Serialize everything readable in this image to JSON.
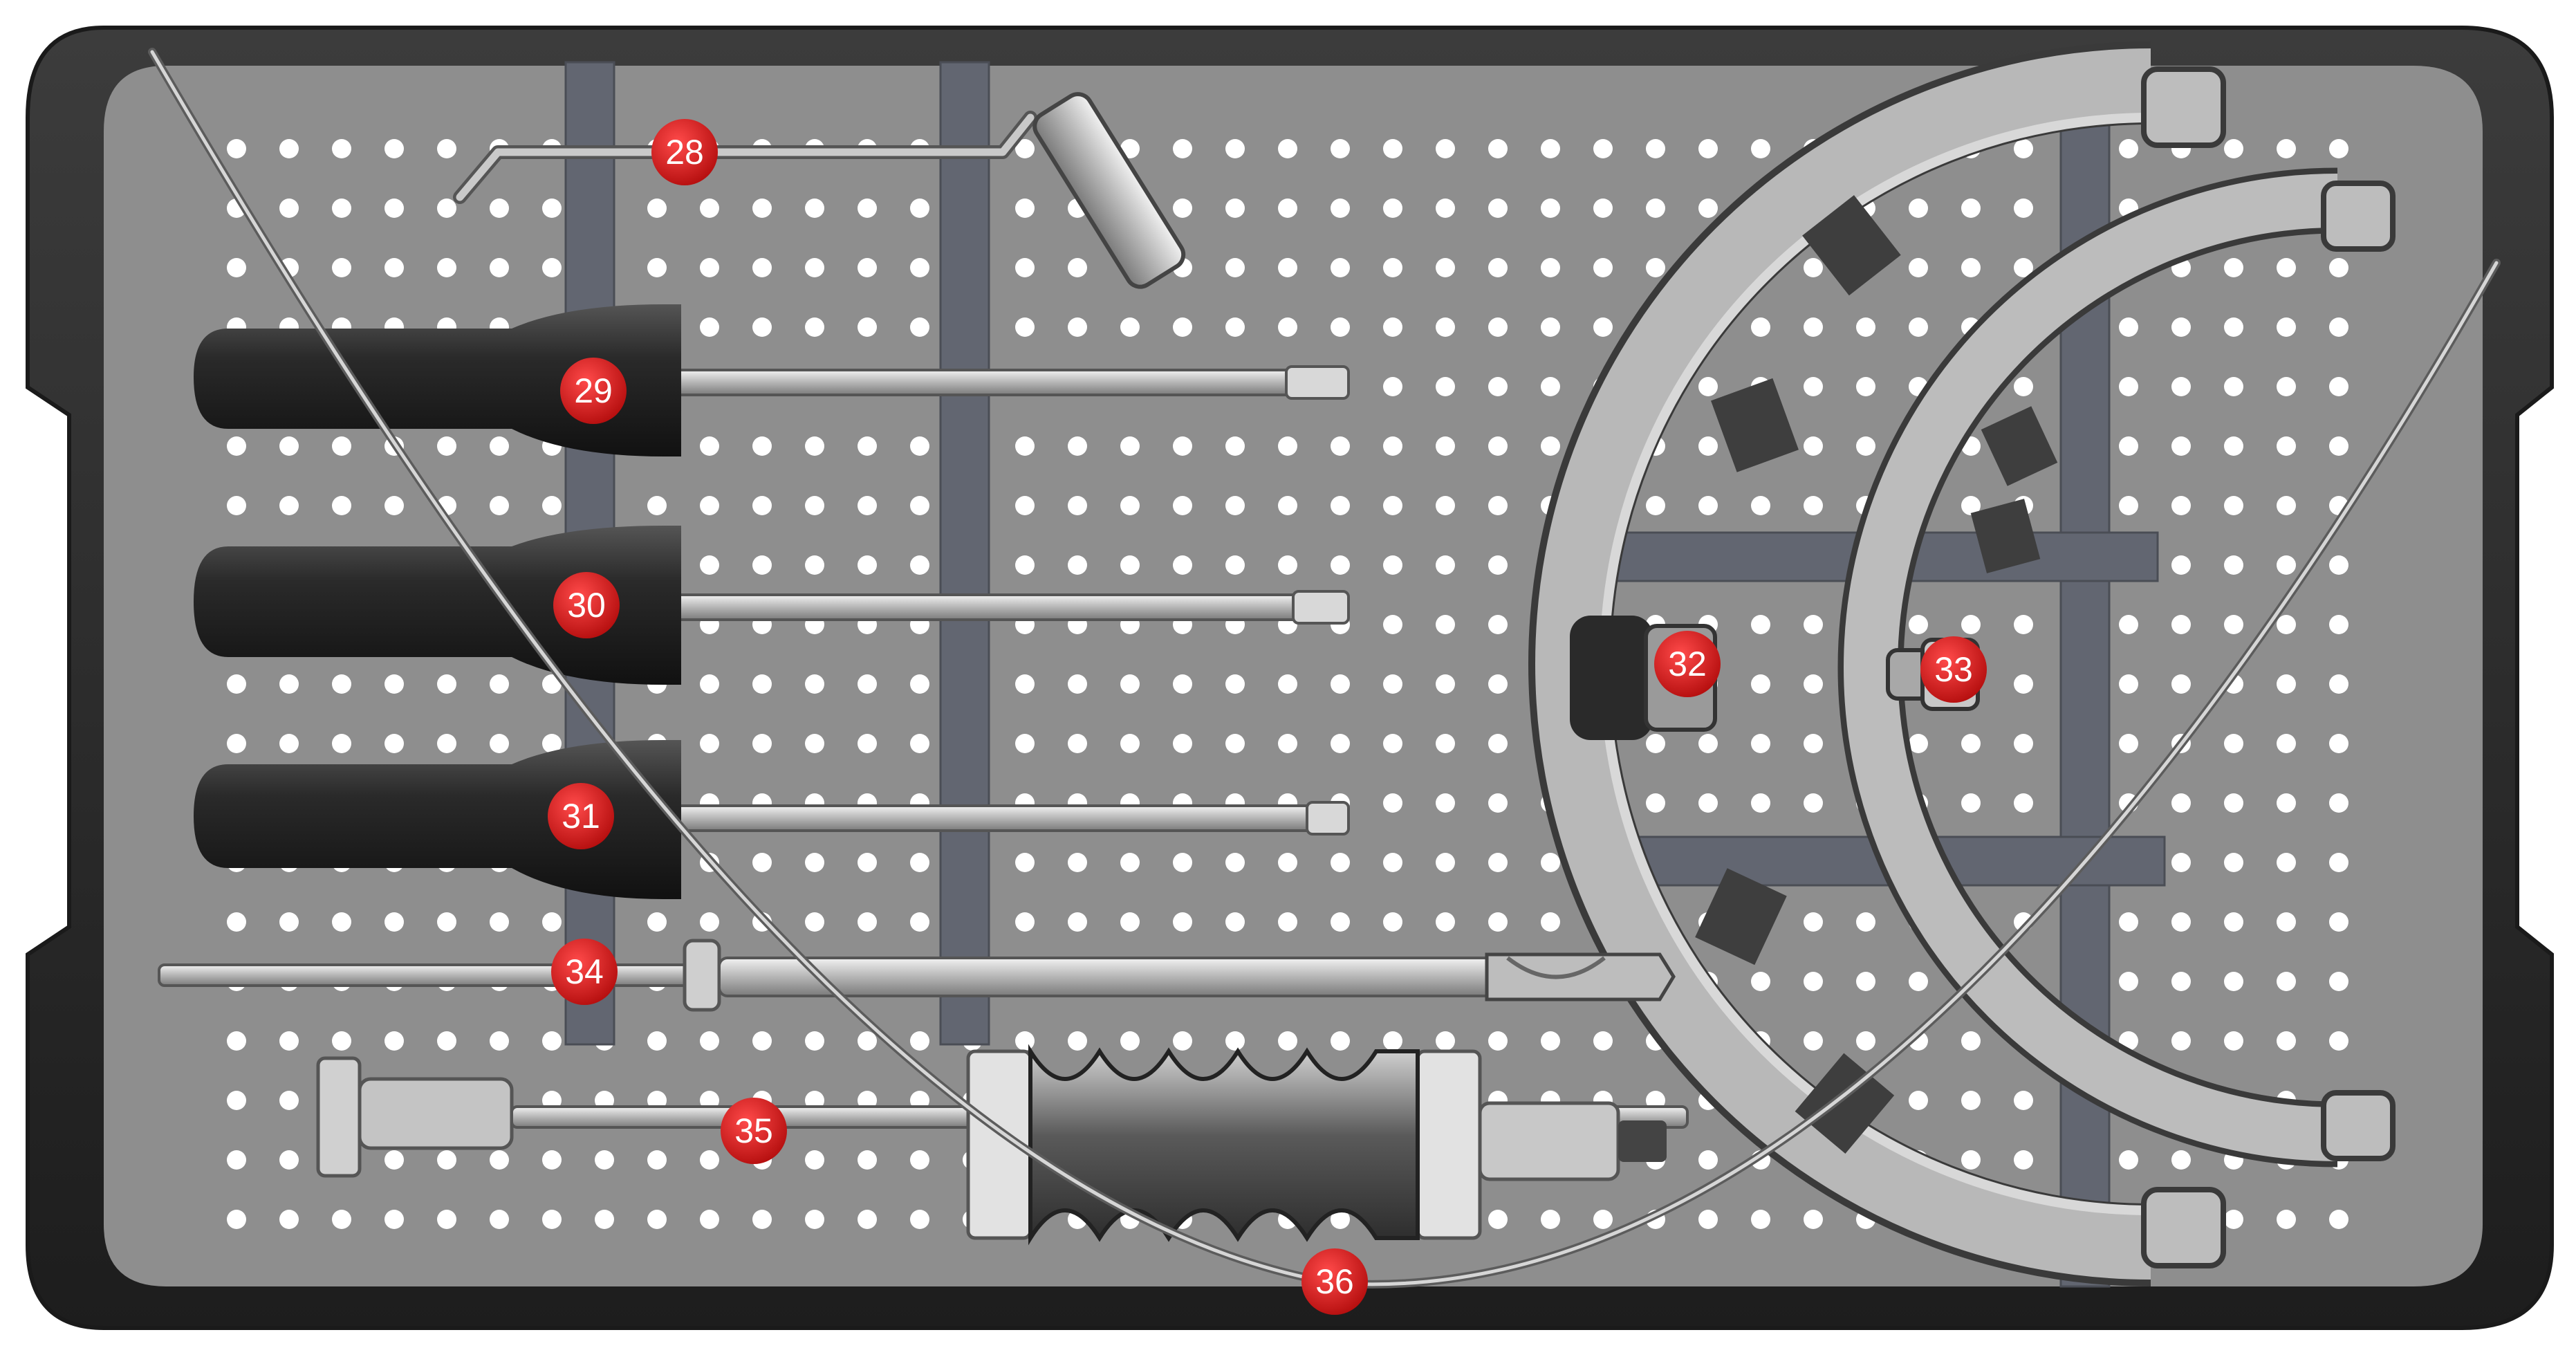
{
  "tray": {
    "callouts": [
      {
        "id": "28",
        "label": "28"
      },
      {
        "id": "29",
        "label": "29"
      },
      {
        "id": "30",
        "label": "30"
      },
      {
        "id": "31",
        "label": "31"
      },
      {
        "id": "32",
        "label": "32"
      },
      {
        "id": "33",
        "label": "33"
      },
      {
        "id": "34",
        "label": "34"
      },
      {
        "id": "35",
        "label": "35"
      },
      {
        "id": "36",
        "label": "36"
      }
    ]
  },
  "colors": {
    "tray_frame": "#2b2b2b",
    "tray_inner": "#8f8f8f",
    "hole": "#ffffff",
    "divider_bar": "#66666e",
    "handle": "#2a2a2a",
    "shaft": "#c9c9c9",
    "callout": "#d41414",
    "callout_text": "#ffffff"
  }
}
